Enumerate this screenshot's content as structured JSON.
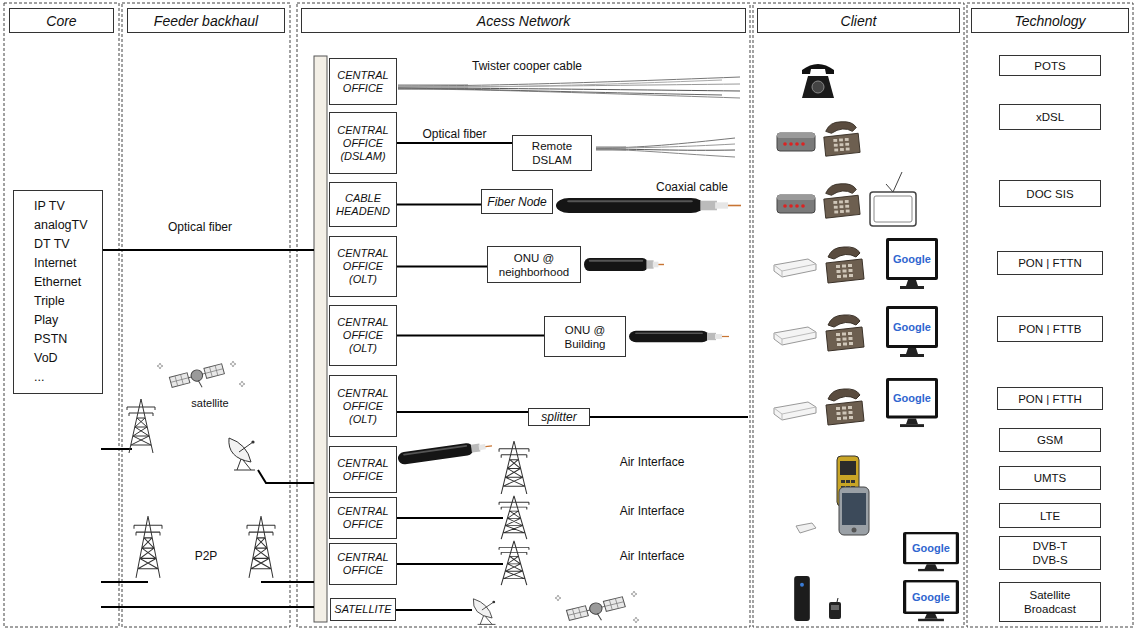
{
  "diagram": {
    "nodes": [
      {
        "text": [
          "Core"
        ]
      },
      {
        "text": [
          "Feeder backhaul"
        ]
      },
      {
        "text": [
          "Acess Network"
        ]
      },
      {
        "text": [
          "Client"
        ]
      },
      {
        "text": [
          "Technology"
        ]
      },
      {
        "text": [
          "IP TV",
          "analogTV",
          "DT TV",
          "Internet",
          "Ethernet",
          "Triple Play",
          "PSTN",
          "VoD",
          "..."
        ]
      },
      {
        "text": [
          "CENTRAL OFFICE"
        ]
      },
      {
        "text": [
          "CENTRAL OFFICE (DSLAM)"
        ]
      },
      {
        "text": [
          "Remote DSLAM"
        ]
      },
      {
        "text": [
          "CABLE HEADEND"
        ]
      },
      {
        "text": [
          "Fiber Node"
        ]
      },
      {
        "text": [
          "CENTRAL OFFICE (OLT)"
        ]
      },
      {
        "text": [
          "ONU @ neighborhood"
        ]
      },
      {
        "text": [
          "CENTRAL OFFICE (OLT)"
        ]
      },
      {
        "text": [
          "ONU @ Building"
        ]
      },
      {
        "text": [
          "CENTRAL OFFICE (OLT)"
        ]
      },
      {
        "text": [
          "splitter"
        ]
      },
      {
        "text": [
          "CENTRAL OFFICE"
        ]
      },
      {
        "text": [
          "CENTRAL OFFICE"
        ]
      },
      {
        "text": [
          "CENTRAL OFFICE"
        ]
      },
      {
        "text": [
          "SATELLITE"
        ]
      },
      {
        "text": [
          "POTS"
        ]
      },
      {
        "text": [
          "xDSL"
        ]
      },
      {
        "text": [
          "DOC SIS"
        ]
      },
      {
        "text": [
          "PON | FTTN"
        ]
      },
      {
        "text": [
          "PON | FTTB"
        ]
      },
      {
        "text": [
          "PON | FTTH"
        ]
      },
      {
        "text": [
          "GSM"
        ]
      },
      {
        "text": [
          "UMTS"
        ]
      },
      {
        "text": [
          "LTE"
        ]
      },
      {
        "text": [
          "DVB-T DVB-S"
        ]
      },
      {
        "text": [
          "Satellite Broadcast"
        ]
      }
    ],
    "edges": [
      {
        "from": 7,
        "to": 8,
        "arrow": "none",
        "label": "Optical fiber"
      },
      {
        "from": 9,
        "to": 10,
        "arrow": "none"
      },
      {
        "from": 11,
        "to": 12,
        "arrow": "none"
      },
      {
        "from": 13,
        "to": 14,
        "arrow": "none"
      },
      {
        "from": 15,
        "to": 16,
        "arrow": "none"
      }
    ],
    "labels": [
      "Optical fiber",
      "satellite",
      "P2P",
      "Twister cooper cable",
      "Coaxial cable",
      "Google",
      "Google",
      "Google",
      "Air Interface",
      "Air Interface",
      "Air Interface",
      "Google",
      "Google"
    ]
  }
}
